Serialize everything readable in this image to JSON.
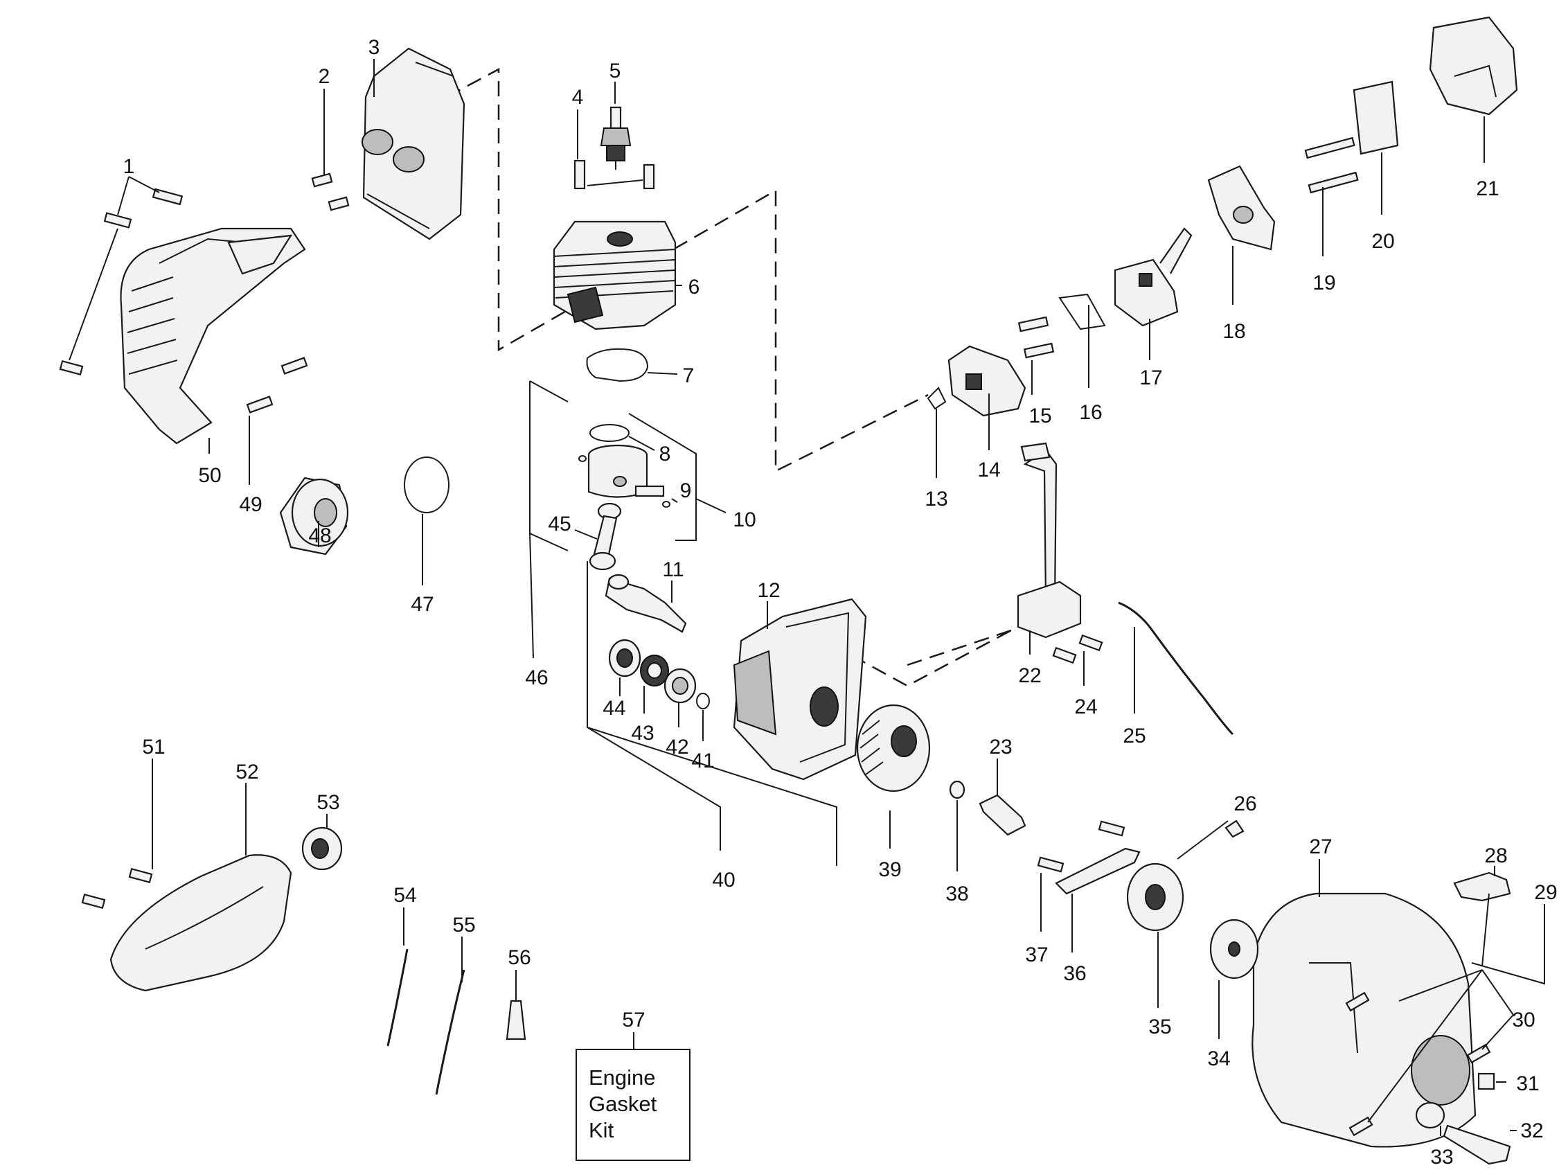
{
  "labels": {
    "p1": "1",
    "p2": "2",
    "p3": "3",
    "p4": "4",
    "p5": "5",
    "p6": "6",
    "p7": "7",
    "p8": "8",
    "p9": "9",
    "p10": "10",
    "p11": "11",
    "p12": "12",
    "p13": "13",
    "p14": "14",
    "p15": "15",
    "p16": "16",
    "p17": "17",
    "p18": "18",
    "p19": "19",
    "p20": "20",
    "p21": "21",
    "p22": "22",
    "p23": "23",
    "p24": "24",
    "p25": "25",
    "p26": "26",
    "p27": "27",
    "p28": "28",
    "p29": "29",
    "p30": "30",
    "p31": "31",
    "p32": "32",
    "p33": "33",
    "p34": "34",
    "p35": "35",
    "p36": "36",
    "p37": "37",
    "p38": "38",
    "p39": "39",
    "p40": "40",
    "p41": "41",
    "p42": "42",
    "p43": "43",
    "p44": "44",
    "p45": "45",
    "p46": "46",
    "p47": "47",
    "p48": "48",
    "p49": "49",
    "p50": "50",
    "p51": "51",
    "p52": "52",
    "p53": "53",
    "p54": "54",
    "p55": "55",
    "p56": "56",
    "p57": "57"
  },
  "kit_box": {
    "line1": "Engine",
    "line2": "Gasket",
    "line3": "Kit"
  }
}
